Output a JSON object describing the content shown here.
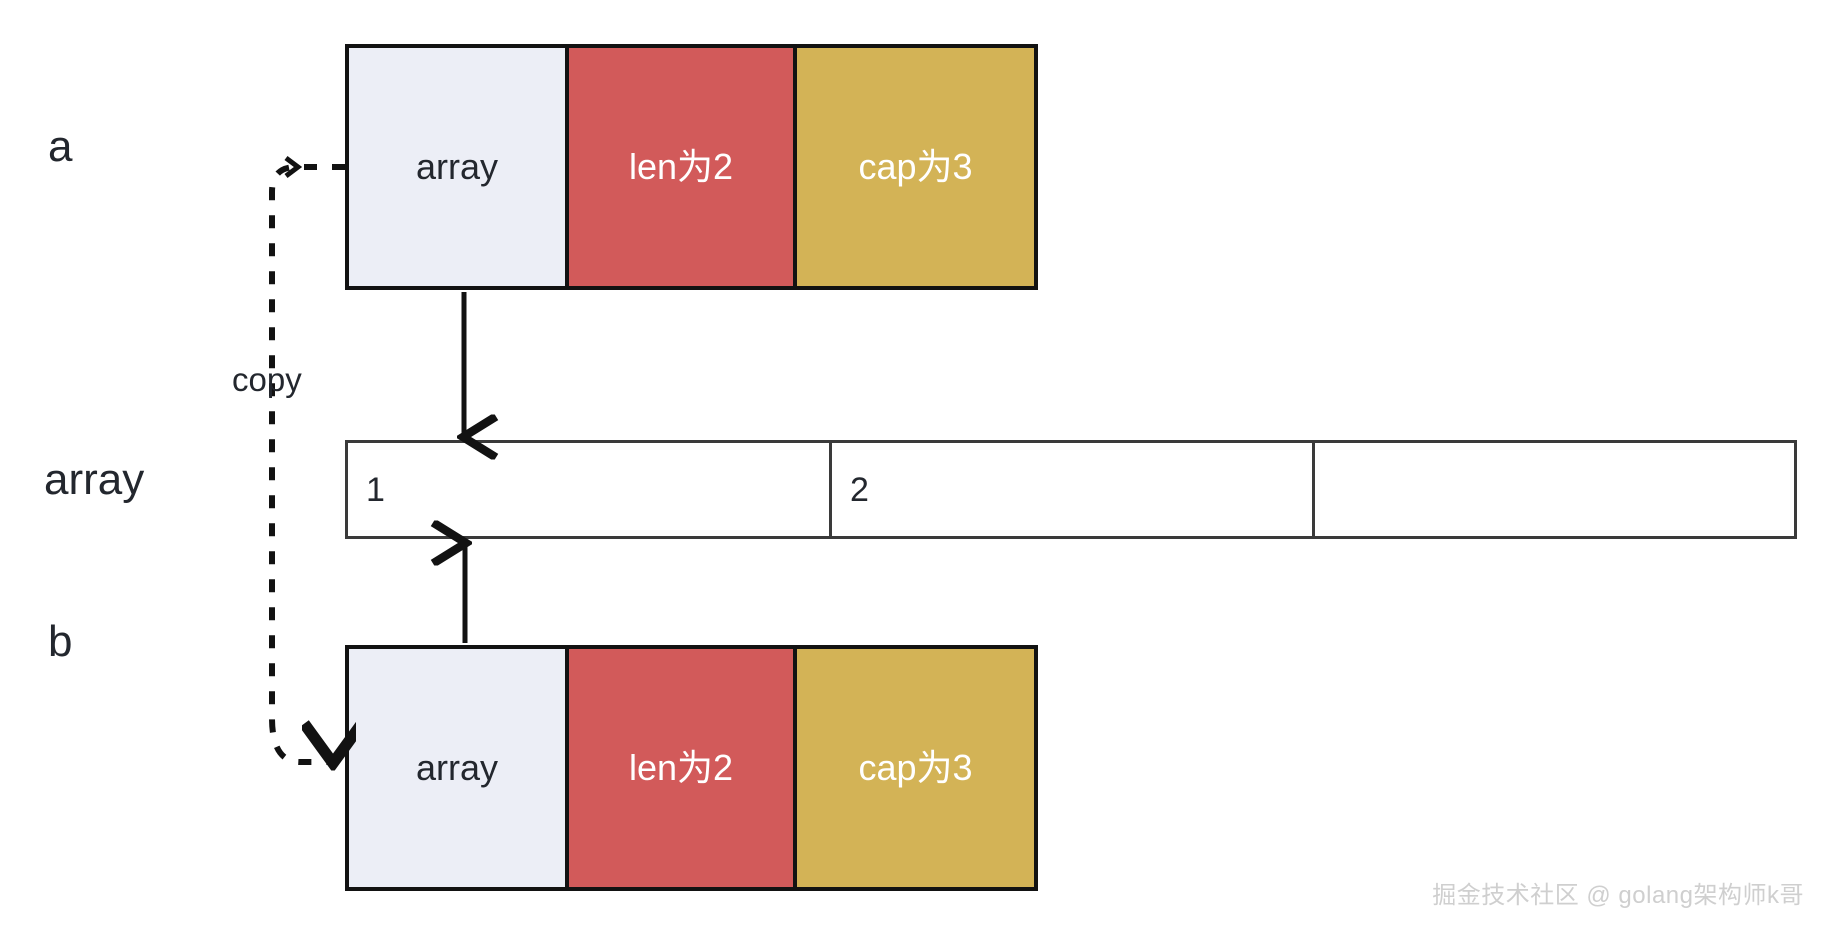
{
  "diagram": {
    "title": "Go slice copy semantics diagram",
    "colors": {
      "array_segment": "#eceef6",
      "len_segment": "#d25a5a",
      "cap_segment": "#d3b356",
      "stroke": "#121212",
      "array_row_stroke": "#3a3a3a",
      "text": "#23272e",
      "watermark": "#cfcfcf"
    },
    "row_labels": {
      "top": "a",
      "middle": "array",
      "bottom": "b"
    },
    "slice_a": {
      "name": "a",
      "segments": [
        {
          "key": "array",
          "label": "array"
        },
        {
          "key": "len",
          "label": "len为2"
        },
        {
          "key": "cap",
          "label": "cap为3"
        }
      ]
    },
    "slice_b": {
      "name": "b",
      "segments": [
        {
          "key": "array",
          "label": "array"
        },
        {
          "key": "len",
          "label": "len为2"
        },
        {
          "key": "cap",
          "label": "cap为3"
        }
      ]
    },
    "array_row": {
      "label": "array",
      "cells": [
        {
          "index": 0,
          "value": "1"
        },
        {
          "index": 1,
          "value": "2"
        },
        {
          "index": 2,
          "value": ""
        }
      ]
    },
    "edges": {
      "copy_label": "copy",
      "a_to_array": "solid-down-arrow",
      "b_to_array": "solid-up-arrow",
      "copy_edge": "dashed-arrow-a-to-b"
    },
    "watermark": "掘金技术社区 @ golang架构师k哥"
  }
}
